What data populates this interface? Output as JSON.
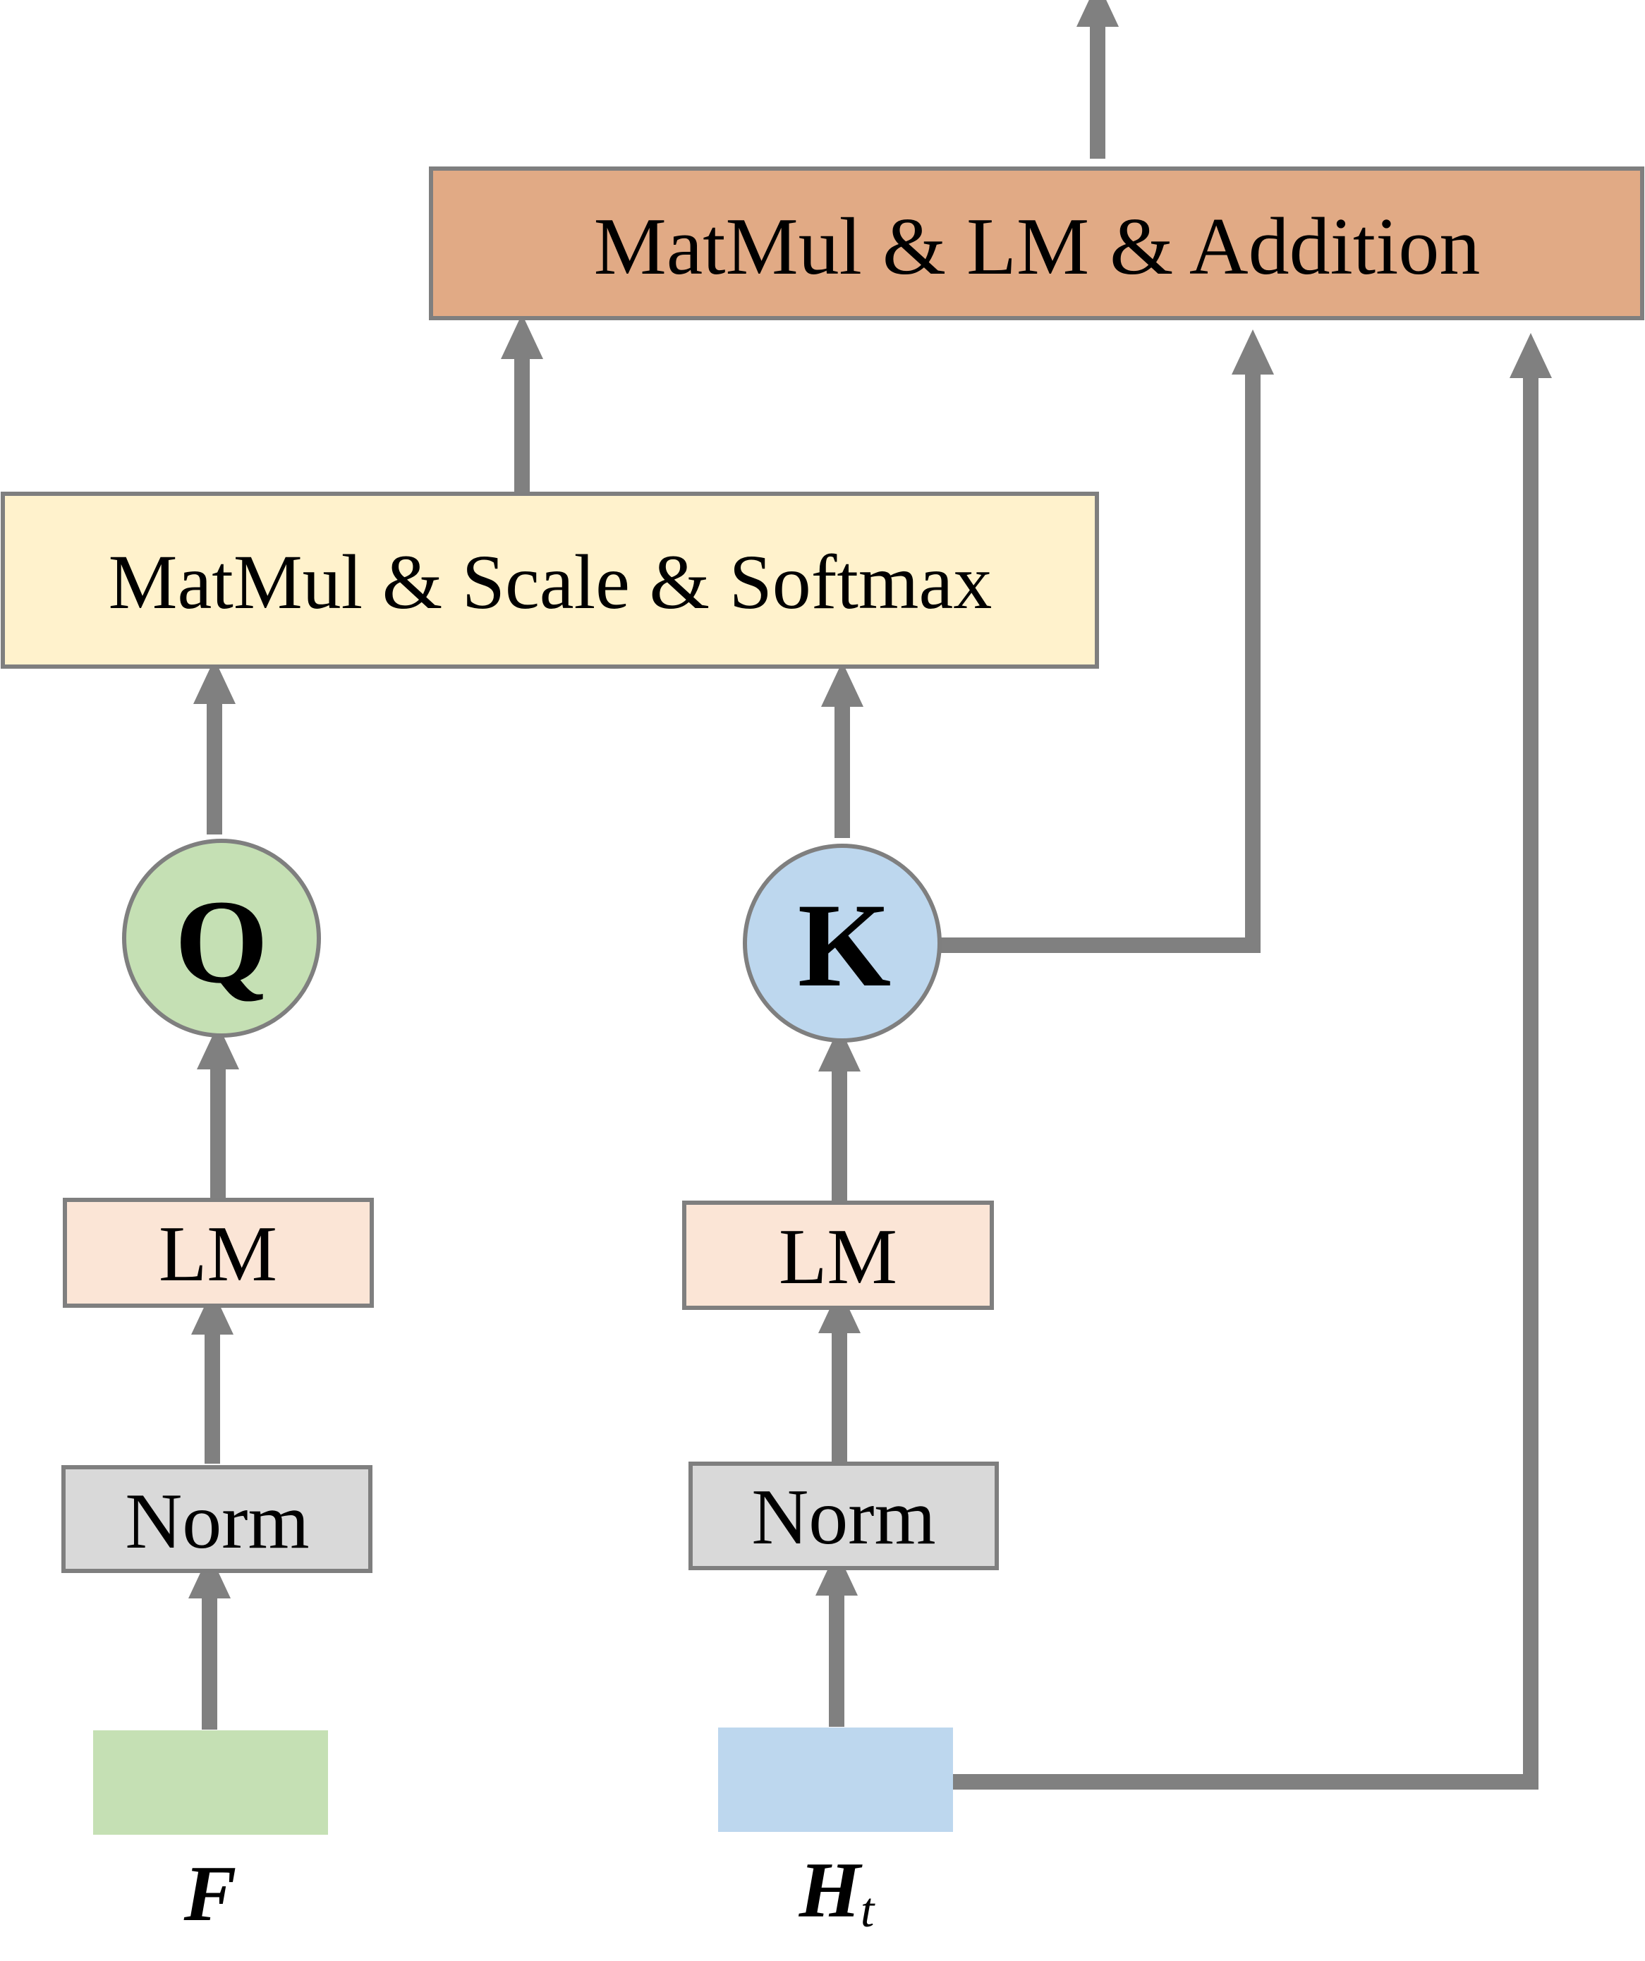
{
  "diagram": {
    "top_block_label": "MatMul & LM & Addition",
    "attention_block_label": "MatMul & Scale & Softmax",
    "q_circle_label": "Q",
    "k_circle_label": "K",
    "lm_left_label": "LM",
    "lm_right_label": "LM",
    "norm_left_label": "Norm",
    "norm_right_label": "Norm",
    "input_f_label": "F",
    "input_h_label": "H",
    "input_h_subscript": "t"
  },
  "colors": {
    "arrow": "#808080",
    "border": "#7f7f7f",
    "top_block_fill": "#e1aa85",
    "attention_block_fill": "#fff2cc",
    "q_fill": "#c5e0b4",
    "k_fill": "#bdd7ee",
    "lm_fill": "#fbe5d6",
    "norm_fill": "#d9d9d9",
    "input_f_fill": "#c5e0b4",
    "input_h_fill": "#bdd7ee"
  }
}
